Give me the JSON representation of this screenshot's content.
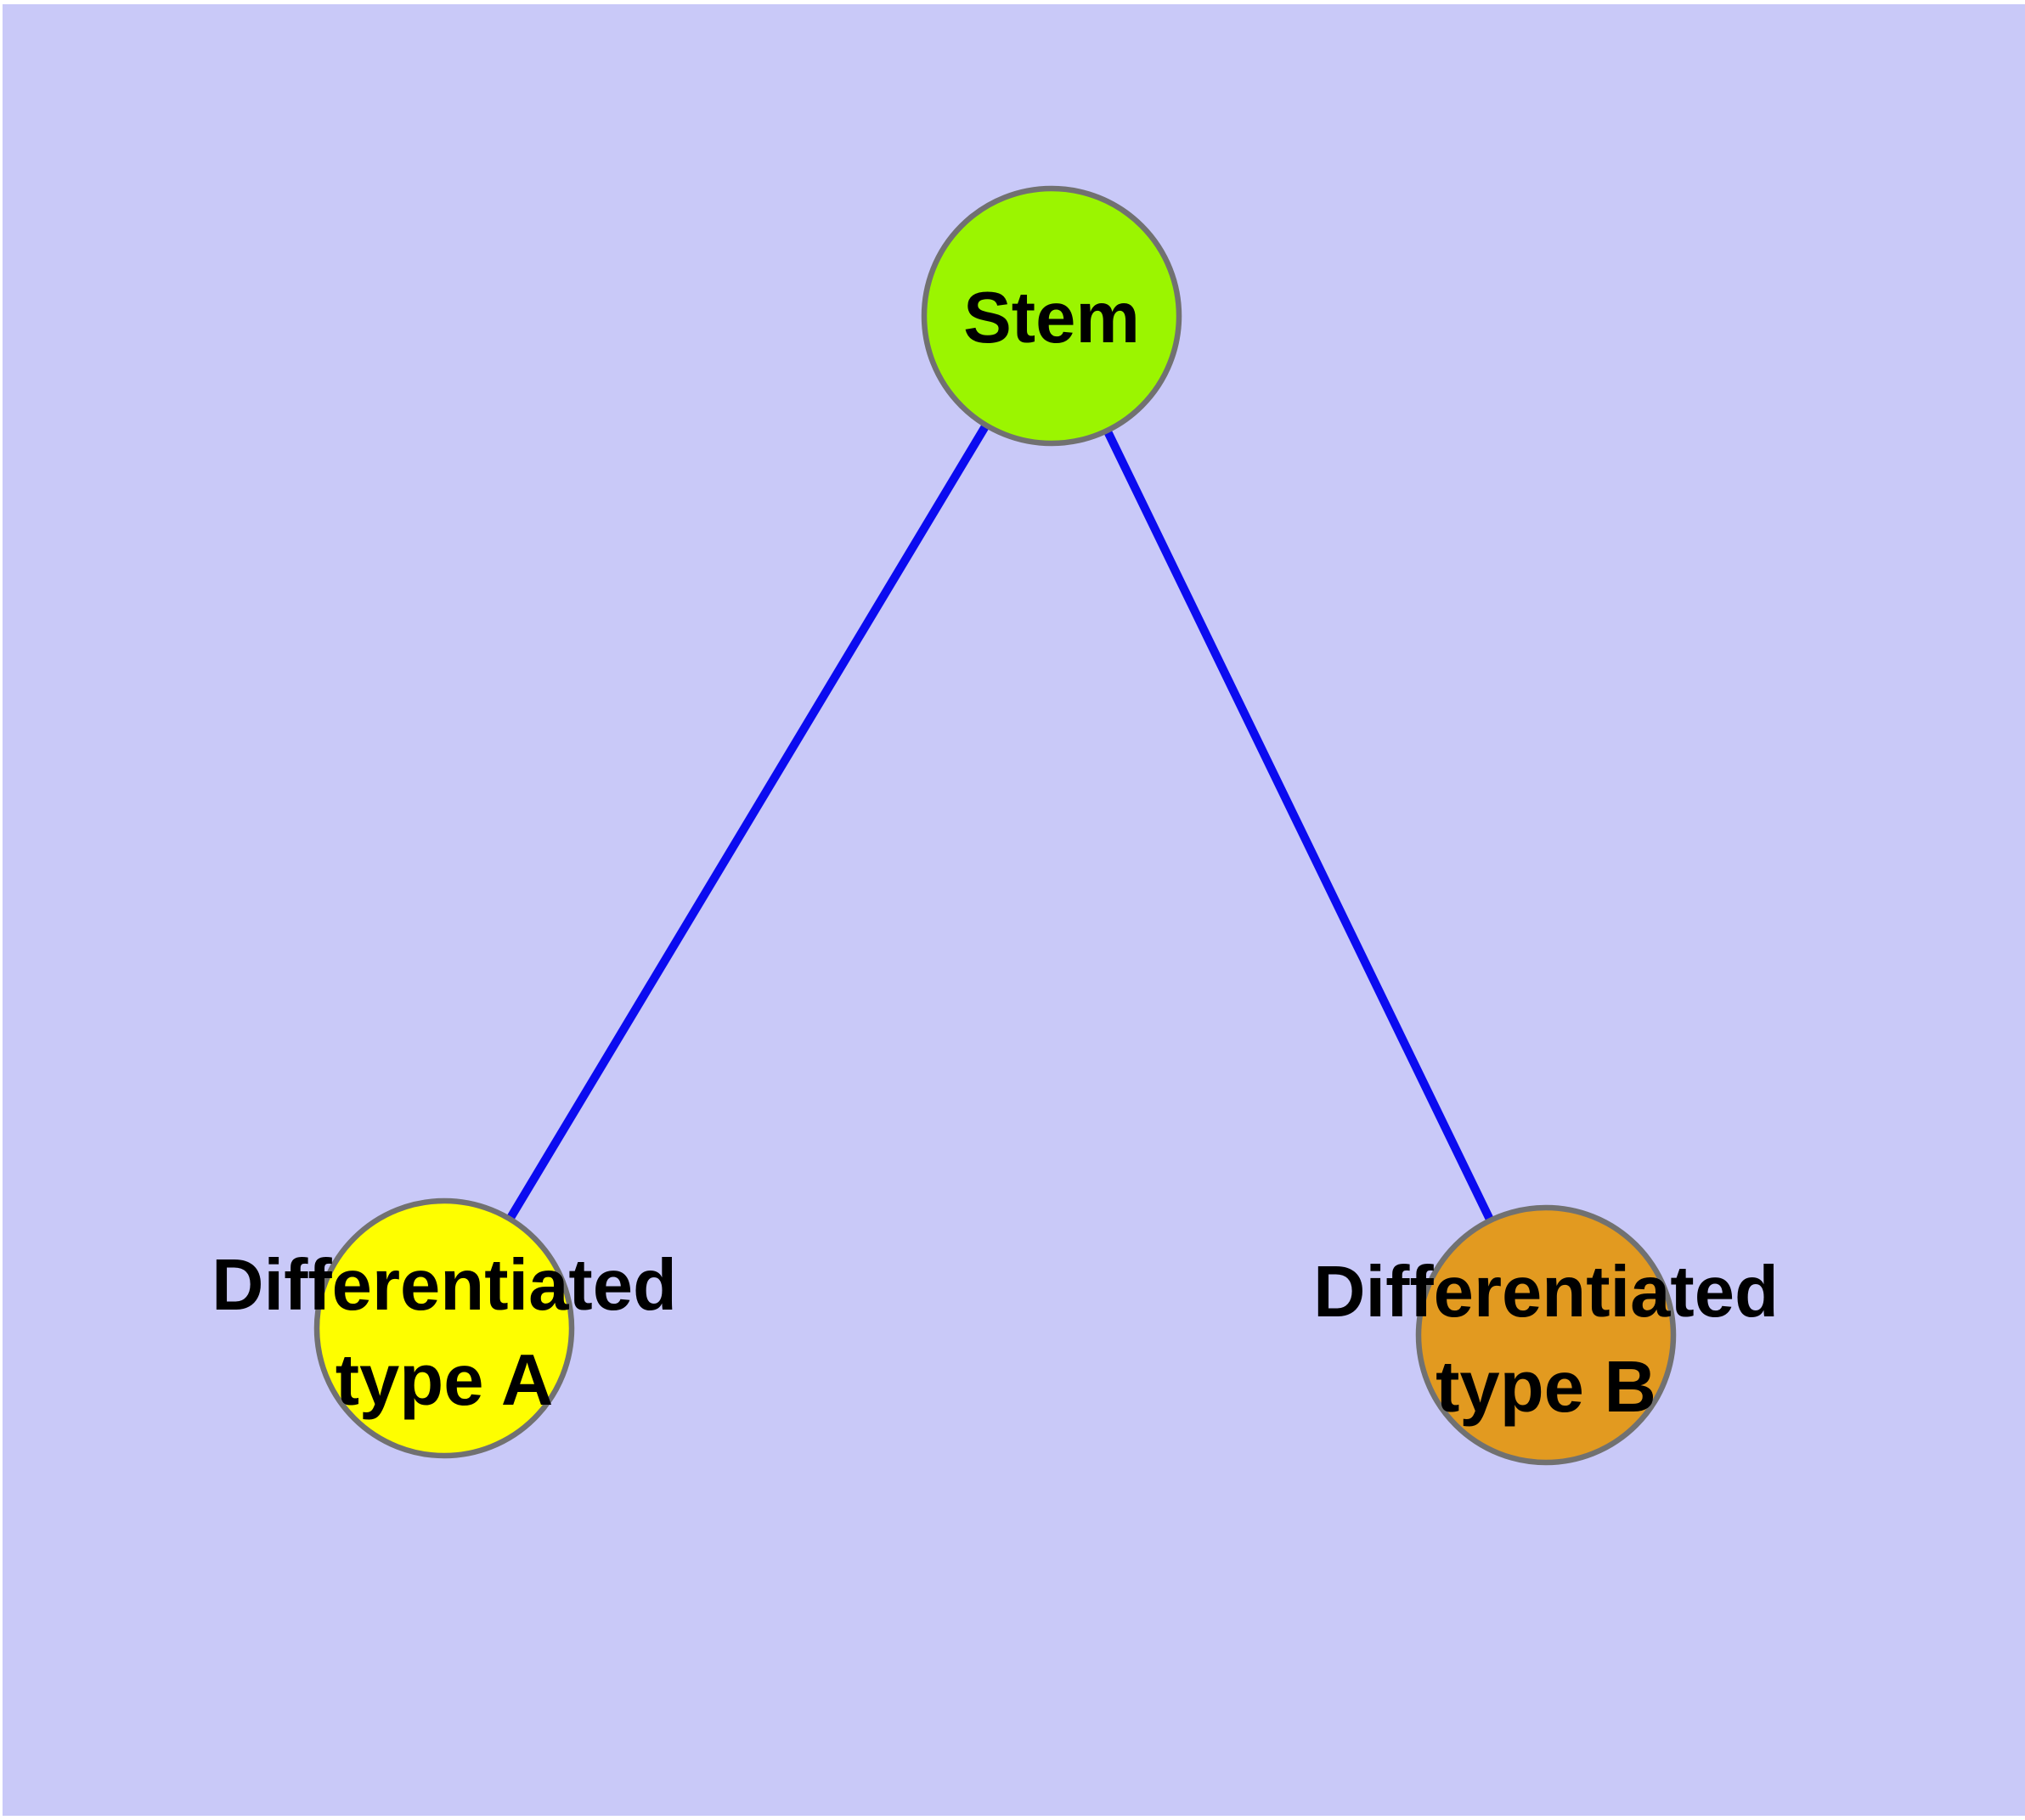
{
  "diagram": {
    "type": "node-link-graph",
    "background_color": "#C9C9F8",
    "frame_color": "#FFFFFF",
    "edge_color": "#0B0BF0",
    "node_border_color": "#717171",
    "label_color": "#000000",
    "nodes": [
      {
        "id": "stem",
        "label": "Stem",
        "fill": "#9BF500"
      },
      {
        "id": "differentiated-type-a",
        "label_line1": "Differentiated",
        "label_line2": "type A",
        "fill": "#FEFE00"
      },
      {
        "id": "differentiated-type-b",
        "label_line1": "Differentiated",
        "label_line2": "type B",
        "fill": "#E29A20"
      }
    ],
    "edges": [
      {
        "from": "stem",
        "to": "differentiated-type-a"
      },
      {
        "from": "stem",
        "to": "differentiated-type-b"
      }
    ]
  }
}
